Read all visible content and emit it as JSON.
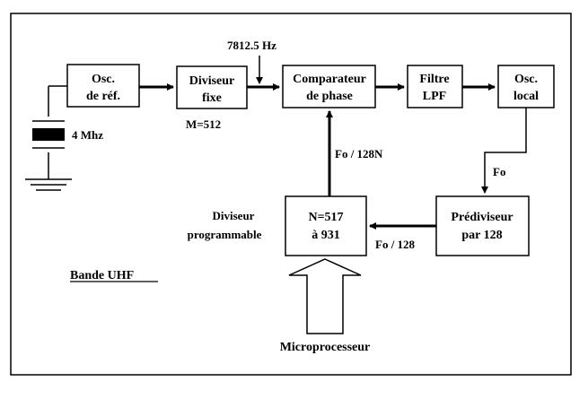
{
  "blocks": {
    "osc_ref": [
      "Osc.",
      "de réf."
    ],
    "diviseur_fixe": [
      "Diviseur",
      "fixe"
    ],
    "comparateur": [
      "Comparateur",
      "de phase"
    ],
    "filtre": [
      "Filtre",
      "LPF"
    ],
    "osc_local": [
      "Osc.",
      "local"
    ],
    "prediviseur": [
      "Prédiviseur",
      "par 128"
    ],
    "div_prog": [
      "N=517",
      "à 931"
    ]
  },
  "labels": {
    "crystal": "4 Mhz",
    "ref_freq": "7812.5 Hz",
    "m_value": "M=512",
    "fo_128n": "Fo / 128N",
    "fo": "Fo",
    "fo_128": "Fo / 128",
    "div_prog_caption": [
      "Diviseur",
      "programmable"
    ],
    "band": "Bande UHF",
    "micro": "Microprocesseur"
  }
}
